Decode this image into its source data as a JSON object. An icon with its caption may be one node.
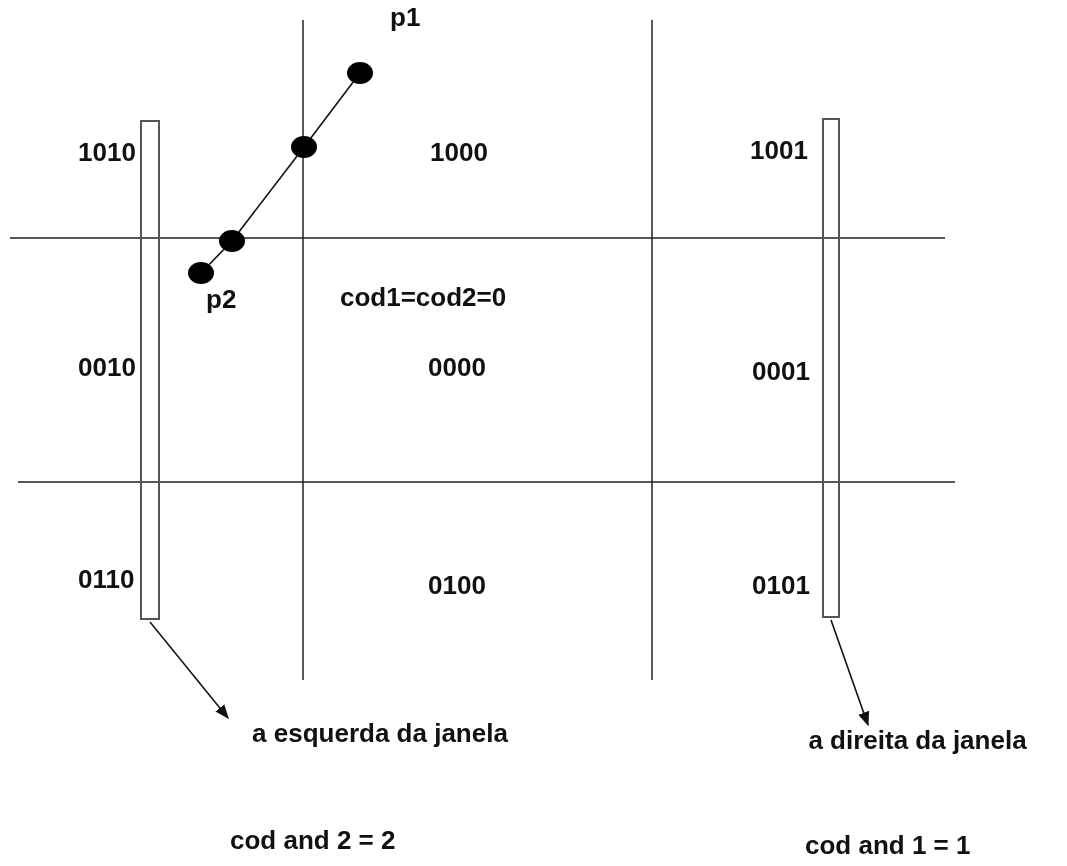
{
  "diagram": {
    "nodes": [
      {
        "text": [
          "p1"
        ]
      },
      {
        "text": [],
        "shape": "circle"
      },
      {
        "text": [],
        "shape": "circle"
      },
      {
        "text": [
          "p2"
        ]
      },
      {
        "text": [],
        "shape": "bar"
      },
      {
        "text": [],
        "shape": "bar"
      },
      {
        "text": [
          "a esquerda da janela"
        ]
      },
      {
        "text": [
          "a direita da janela"
        ]
      }
    ],
    "edges": [
      {
        "from": 0,
        "to": 1,
        "arrow": "none"
      },
      {
        "from": 1,
        "to": 2,
        "arrow": "none"
      },
      {
        "from": 2,
        "to": 3,
        "arrow": "none"
      },
      {
        "from": 4,
        "to": 6,
        "arrow": "to"
      },
      {
        "from": 5,
        "to": 7,
        "arrow": "to"
      }
    ],
    "labels": [
      "1010",
      "1000",
      "1001",
      "cod1=cod2=0",
      "0010",
      "0000",
      "0001",
      "0110",
      "0100",
      "0101",
      "cod and 2 = 2",
      "cod and 1 = 1"
    ]
  }
}
